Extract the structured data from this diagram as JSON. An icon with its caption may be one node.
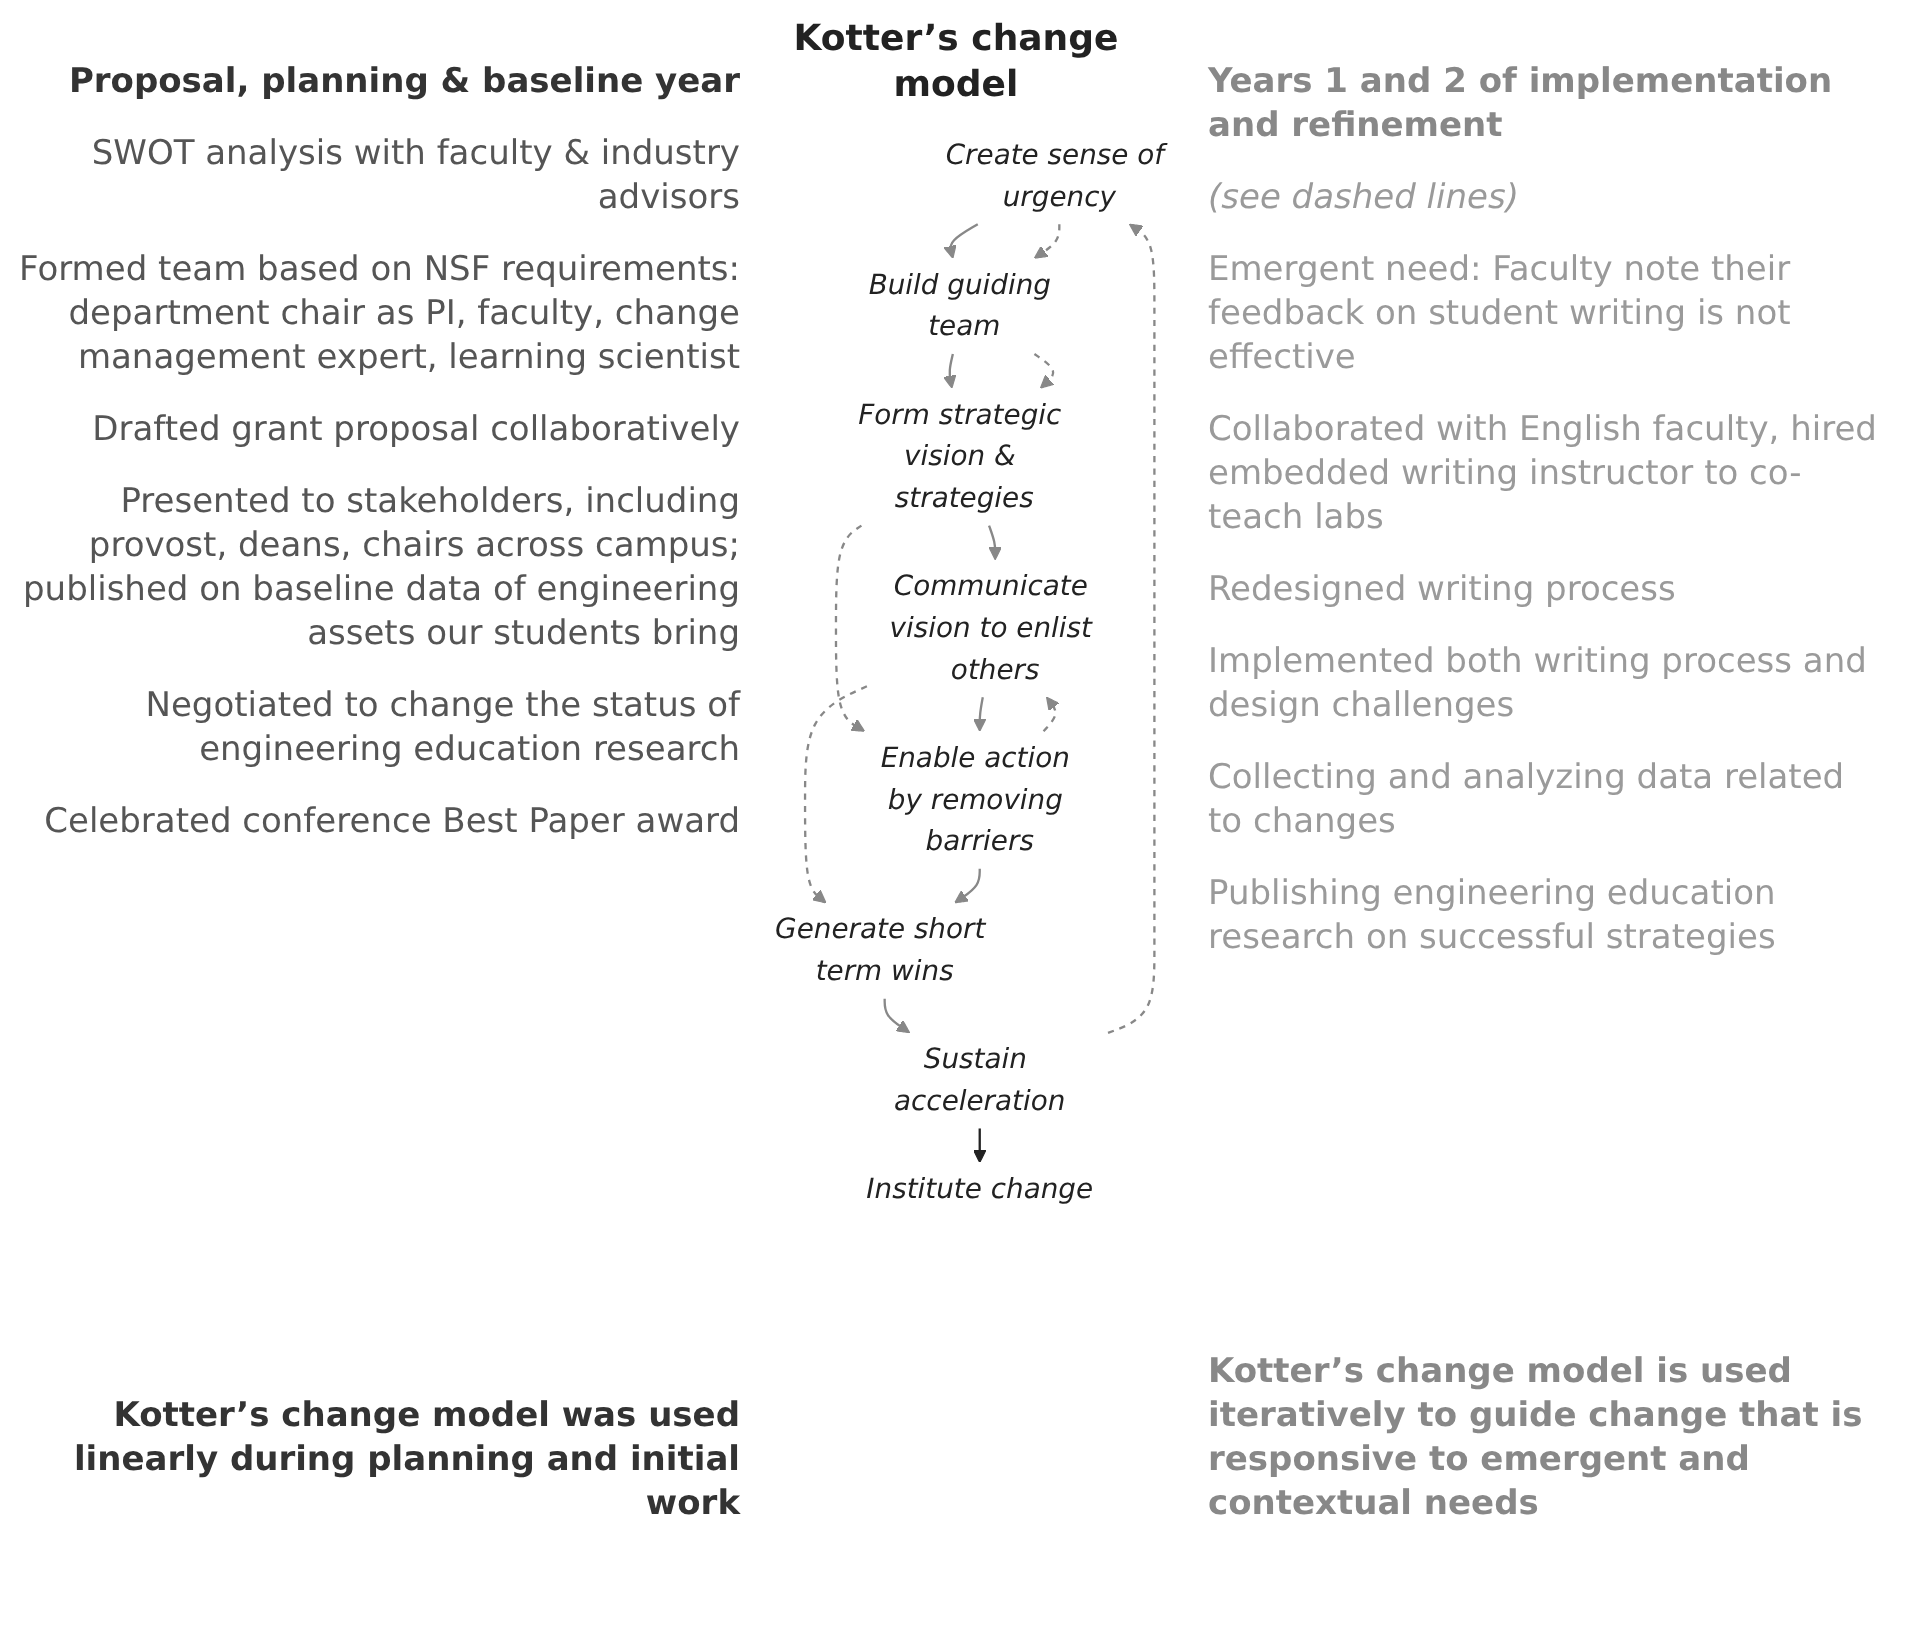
{
  "diagram": {
    "title": "Kotter’s change model",
    "nodes": [
      {
        "text": [
          "Create sense of urgency"
        ]
      },
      {
        "text": [
          "Build guiding team"
        ]
      },
      {
        "text": [
          "Form strategic vision & strategies"
        ]
      },
      {
        "text": [
          "Communicate vision to enlist others"
        ]
      },
      {
        "text": [
          "Enable action by removing barriers"
        ]
      },
      {
        "text": [
          "Generate short term wins"
        ]
      },
      {
        "text": [
          "Sustain acceleration"
        ]
      },
      {
        "text": [
          "Institute change"
        ]
      }
    ],
    "edges": [
      {
        "from": 0,
        "to": 1,
        "arrow": "to"
      },
      {
        "from": 0,
        "to": 1,
        "arrow": "to",
        "style": "dashed"
      },
      {
        "from": 1,
        "to": 2,
        "arrow": "to"
      },
      {
        "from": 1,
        "to": 2,
        "arrow": "to",
        "style": "dashed"
      },
      {
        "from": 2,
        "to": 3,
        "arrow": "to"
      },
      {
        "from": 2,
        "to": 4,
        "arrow": "to",
        "style": "dashed"
      },
      {
        "from": 3,
        "to": 4,
        "arrow": "to"
      },
      {
        "from": 4,
        "to": 3,
        "arrow": "to",
        "style": "dashed"
      },
      {
        "from": 3,
        "to": 5,
        "arrow": "to",
        "style": "dashed"
      },
      {
        "from": 4,
        "to": 5,
        "arrow": "to"
      },
      {
        "from": 5,
        "to": 6,
        "arrow": "to"
      },
      {
        "from": 6,
        "to": 0,
        "arrow": "to",
        "style": "dashed"
      },
      {
        "from": 6,
        "to": 7,
        "arrow": "to",
        "color": "#222222"
      }
    ],
    "labels": [
      "Proposal, planning & baseline year",
      "SWOT analysis with faculty & industry advisors",
      "Formed team based on NSF requirements: department chair as PI, faculty, change management expert, learning scientist",
      "Drafted grant proposal collaboratively",
      "Presented to stakeholders, including provost, deans, chairs across campus; published on baseline data of engineering assets our students bring",
      "Negotiated to change the status of engineering education research",
      "Celebrated conference Best Paper award",
      "Kotter’s change model was used linearly during planning and initial work",
      "Years 1 and 2 of implementation and refinement",
      "(see dashed lines)",
      "Emergent need: Faculty note their feedback on student writing is not effective",
      "Collaborated with English faculty, hired embedded writing instructor to co-teach labs",
      "Redesigned writing process",
      "Implemented both writing process and design challenges",
      "Collecting and analyzing data related to changes",
      "Publishing engineering education research on successful strategies",
      "Kotter’s change model is used iteratively to guide change that is responsive to emergent and contextual needs"
    ]
  }
}
